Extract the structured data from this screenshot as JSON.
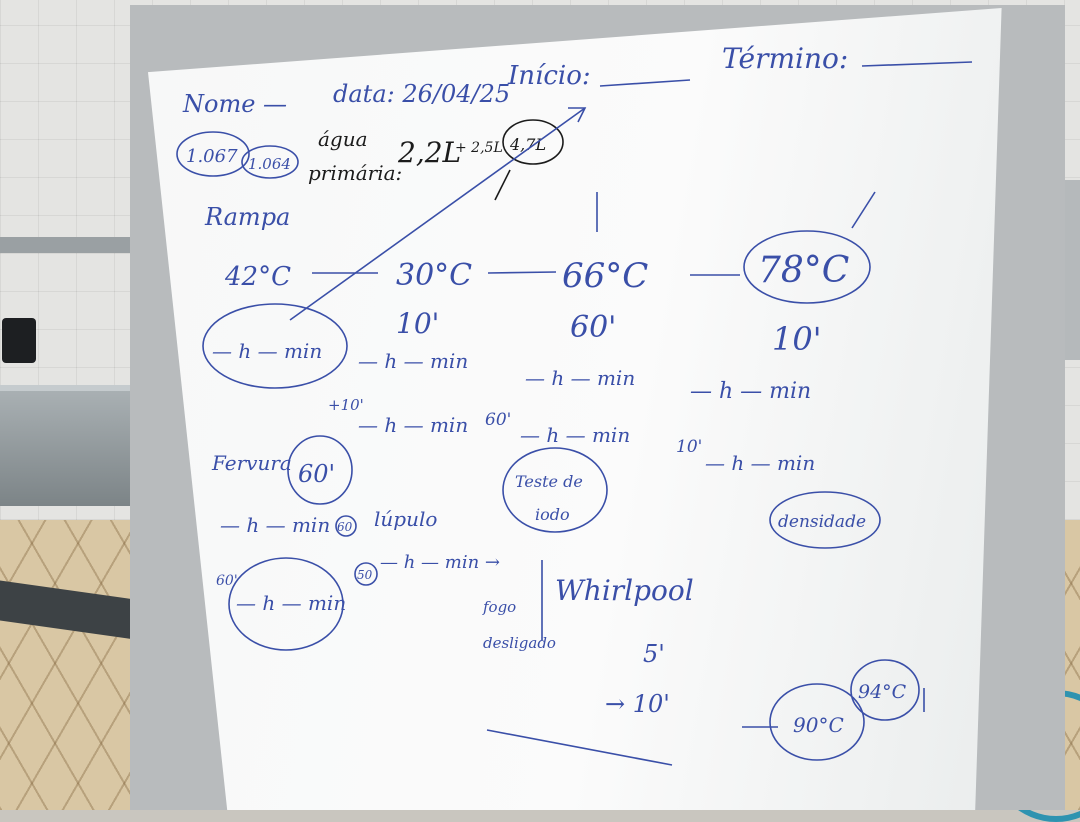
{
  "header": {
    "nome": "Nome —",
    "data": "data: 26/04/25",
    "inicio": "Início:",
    "termino": "Término:"
  },
  "densities": {
    "first": "1.067",
    "second": "1.064"
  },
  "water": {
    "label_line1": "água",
    "label_line2": "primária:",
    "volume": "2,2L",
    "plus": "+ 2,5L",
    "total": "4,7L"
  },
  "rampa": {
    "title": "Rampa",
    "steps": [
      {
        "temp": "42°C",
        "time": ""
      },
      {
        "temp": "30°C",
        "time": "10'"
      },
      {
        "temp": "66°C",
        "time": "60'"
      },
      {
        "temp": "78°C",
        "time": "10'"
      }
    ],
    "hm": "— h — min",
    "plus10": "+10'",
    "sixty": "60'",
    "ten": "10'"
  },
  "iodo": {
    "line1": "Teste de",
    "line2": "iodo"
  },
  "densidade": "densidade",
  "fervura": {
    "title": "Fervura",
    "duration": "60'",
    "hm": "— h — min",
    "badge_60": "60",
    "lupulo": "lúpulo",
    "badge_50": "50",
    "arrow_hm": "— h — min →",
    "side_60": "60'"
  },
  "whirlpool": {
    "title": "Whirlpool",
    "note_line1": "fogo",
    "note_line2": "desligado",
    "time1": "5'",
    "time2": "→ 10'",
    "temp90": "90°C",
    "temp94": "94°C"
  }
}
